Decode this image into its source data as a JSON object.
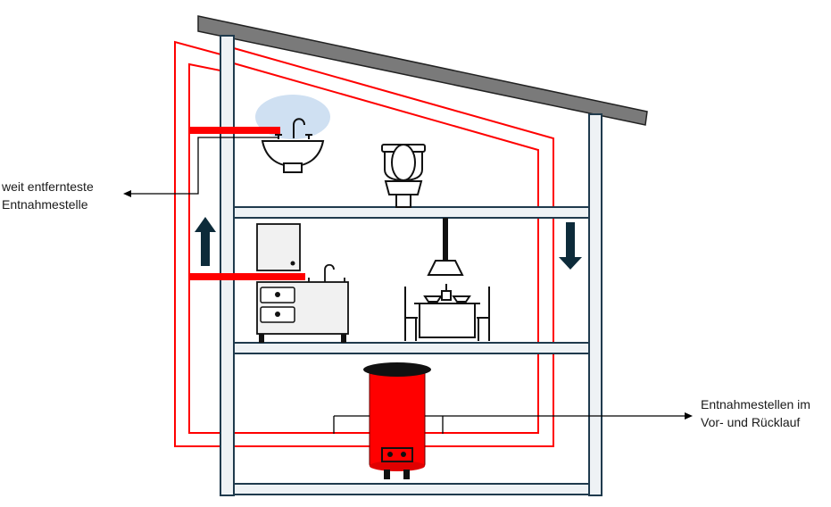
{
  "labels": {
    "far_point_line1": "weit entfernteste",
    "far_point_line2": "Entnahmestelle",
    "loop_points_line1": "Entnahmestellen im",
    "loop_points_line2": "Vor- und Rücklauf"
  },
  "colors": {
    "pipe": "#ff0000",
    "structure": "#1f3a4d",
    "roof": "#7a7a7a",
    "floor_fill": "#eef2f5",
    "heater": "#ff0000",
    "glow": "#cfe0f2",
    "arrow": "#0d2b3a"
  },
  "icons": {
    "sink": "bathroom-sink-icon",
    "toilet": "toilet-icon",
    "kitchen": "kitchen-cabinet-icon",
    "lamp": "pendant-lamp-icon",
    "table": "dining-table-icon",
    "heater": "water-heater-icon"
  }
}
